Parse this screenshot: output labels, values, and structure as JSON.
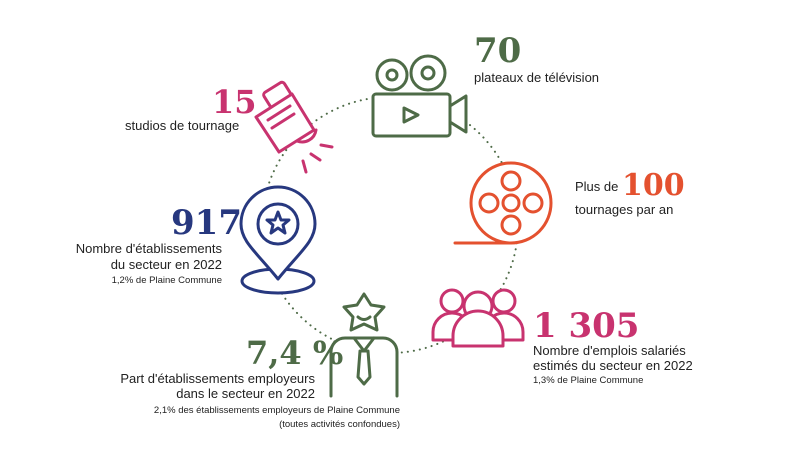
{
  "colors": {
    "green": "#4e6b47",
    "magenta": "#c8336f",
    "navy": "#27387f",
    "orange": "#e4512f",
    "circle": "#4e6b47"
  },
  "stats": {
    "tv_sets": {
      "value": "70",
      "label": "plateaux de télévision",
      "icon": "film-camera-icon"
    },
    "shootings": {
      "prefix": "Plus de ",
      "value": "100",
      "label": "tournages par an",
      "icon": "film-reel-icon"
    },
    "jobs": {
      "value": "1 305",
      "label_line1": "Nombre d'emplois salariés",
      "label_line2": "estimés du secteur en 2022",
      "note": "1,3% de Plaine Commune",
      "icon": "people-group-icon"
    },
    "employer_share": {
      "value": "7,4 %",
      "label_line1": "Part d'établissements employeurs",
      "label_line2": "dans le secteur en 2022",
      "note_line1": "2,1% des établissements employeurs de Plaine Commune",
      "note_line2": "(toutes activités confondues)",
      "icon": "star-person-icon"
    },
    "establishments": {
      "value": "917",
      "label_line1": "Nombre d'établissements",
      "label_line2": "du secteur en 2022",
      "note": "1,2% de Plaine Commune",
      "icon": "star-map-pin-icon"
    },
    "studios": {
      "value": "15",
      "label": "studios de tournage",
      "icon": "spotlight-icon"
    }
  }
}
